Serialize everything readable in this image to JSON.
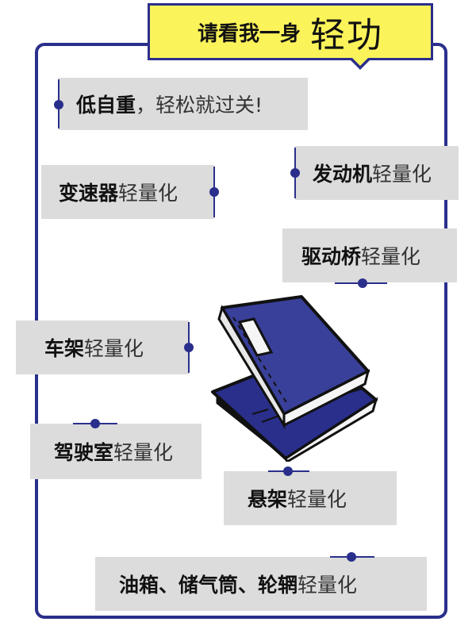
{
  "title": {
    "bold": "请看我一身",
    "big": "轻功"
  },
  "labels": {
    "l1": {
      "bold": "低自重",
      "rest": "，轻松就过关!"
    },
    "l2": {
      "bold": "变速器",
      "rest": "轻量化"
    },
    "l3": {
      "bold": "发动机",
      "rest": "轻量化"
    },
    "l4": {
      "bold": "驱动桥",
      "rest": "轻量化"
    },
    "l5": {
      "bold": "车架",
      "rest": "轻量化"
    },
    "l6": {
      "bold": "驾驶室",
      "rest": "轻量化"
    },
    "l7": {
      "bold": "悬架",
      "rest": "轻量化"
    },
    "l8": {
      "bold": "油箱、储气筒、轮辋",
      "rest": "轻量化"
    }
  },
  "colors": {
    "accent": "#2a2f8c",
    "highlight": "#fbf35a",
    "label_bg": "#dcdcdc"
  }
}
